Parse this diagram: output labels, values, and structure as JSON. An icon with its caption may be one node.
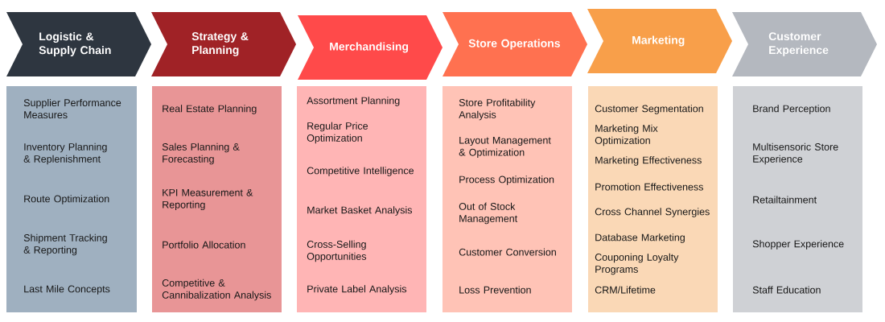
{
  "diagram": {
    "nodes": [
      {
        "text": [
          "Logistic & Supply Chain"
        ]
      },
      {
        "text": [
          "Strategy & Planning"
        ]
      },
      {
        "text": [
          "Merchandising"
        ]
      },
      {
        "text": [
          "Store Operations"
        ]
      },
      {
        "text": [
          "Marketing"
        ]
      },
      {
        "text": [
          "Customer Experience"
        ]
      },
      {
        "text": [
          "Supplier Performance Measures",
          "Inventory Planning & Replenishment",
          "Route Optimization",
          "Shipment Tracking & Reporting",
          "Last Mile Concepts"
        ]
      },
      {
        "text": [
          "Real Estate Planning",
          "Sales Planning & Forecasting",
          "KPI Measurement & Reporting",
          "Portfolio Allocation",
          "Competitive & Cannibalization Analysis"
        ]
      },
      {
        "text": [
          "Assortment Planning",
          "Regular Price Optimization",
          "Competitive Intelligence",
          "Market Basket Analysis",
          "Cross-Selling Opportunities",
          "Private Label Analysis"
        ]
      },
      {
        "text": [
          "Store Profitability Analysis",
          "Layout Management & Optimization",
          "Process Optimization",
          "Out of Stock Management",
          "Customer Conversion",
          "Loss Prevention"
        ]
      },
      {
        "text": [
          "Customer Segmentation",
          "Marketing Mix Optimization",
          "Marketing Effectiveness",
          "Promotion Effectiveness",
          "Cross Channel Synergies",
          "Database Marketing",
          "Couponing Loyalty Programs",
          "CRM/Lifetime"
        ]
      },
      {
        "text": [
          "Brand Perception",
          "Multisensoric Store Experience",
          "Retailtainment",
          "Shopper Experience",
          "Staff Education"
        ]
      }
    ]
  }
}
